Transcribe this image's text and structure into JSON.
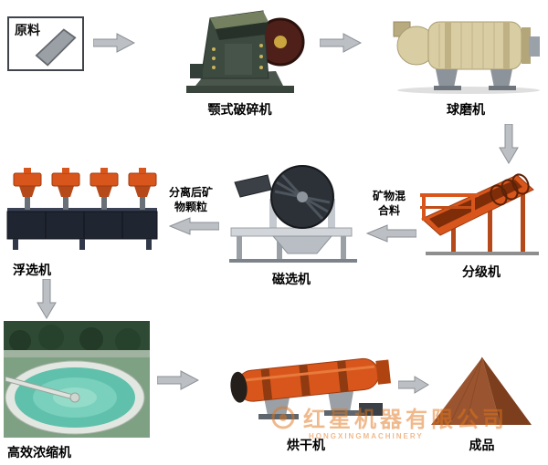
{
  "diagram": {
    "type": "process-flow",
    "nodes": [
      {
        "id": "raw-material",
        "label": "原料"
      },
      {
        "id": "jaw-crusher",
        "label": "颚式破碎机"
      },
      {
        "id": "ball-mill",
        "label": "球磨机"
      },
      {
        "id": "classifier",
        "label": "分级机"
      },
      {
        "id": "magnetic-separator",
        "label": "磁选机"
      },
      {
        "id": "flotation-machine",
        "label": "浮选机"
      },
      {
        "id": "thickener",
        "label": "高效浓缩机"
      },
      {
        "id": "dryer",
        "label": "烘干机"
      },
      {
        "id": "product",
        "label": "成品"
      }
    ],
    "edges": [
      {
        "from": "raw-material",
        "to": "jaw-crusher",
        "label": ""
      },
      {
        "from": "jaw-crusher",
        "to": "ball-mill",
        "label": ""
      },
      {
        "from": "ball-mill",
        "to": "classifier",
        "label": ""
      },
      {
        "from": "classifier",
        "to": "magnetic-separator",
        "label": "矿物混合料"
      },
      {
        "from": "magnetic-separator",
        "to": "flotation-machine",
        "label": "分离后矿物颗粒"
      },
      {
        "from": "flotation-machine",
        "to": "thickener",
        "label": ""
      },
      {
        "from": "thickener",
        "to": "dryer",
        "label": ""
      },
      {
        "from": "dryer",
        "to": "product",
        "label": ""
      }
    ]
  },
  "watermark": {
    "text": "红星机器有限公司",
    "subtext": "HONGXINGMACHINERY"
  },
  "colors": {
    "machine_orange": "#d8561c",
    "arrow_gray": "#bcc0c4",
    "pyramid_brown": "#8a4a2a",
    "ballmill_beige": "#d9cda4",
    "crusher_green": "#3c4a40",
    "watermark_orange": "#e2761c"
  }
}
